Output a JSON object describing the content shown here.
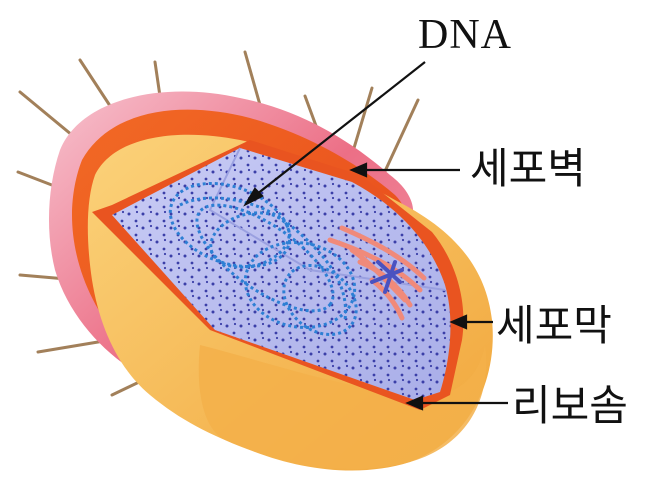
{
  "labels": {
    "dna": "DNA",
    "cell_wall": "세포벽",
    "cell_membrane": "세포막",
    "ribosome": "리보솜"
  },
  "colors": {
    "capsule": "#e8607a",
    "cell_wall": "#ec5a1e",
    "membrane": "#f7b34a",
    "cytoplasm": "#b9bdf0",
    "dna_strand": "#2d7fd4",
    "ribosome_dots": "#3b3fa8",
    "inclusion": "#f08a7a"
  }
}
